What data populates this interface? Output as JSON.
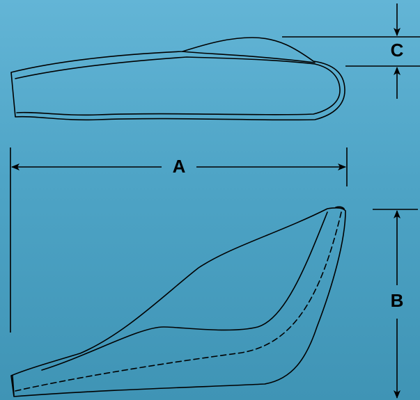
{
  "diagram": {
    "labels": {
      "a": "A",
      "b": "B",
      "c": "C"
    },
    "colors": {
      "background_top": "#63b5d6",
      "background_bottom": "#3f94b5",
      "line": "#000000"
    },
    "views": [
      "side-view",
      "top-view"
    ]
  }
}
